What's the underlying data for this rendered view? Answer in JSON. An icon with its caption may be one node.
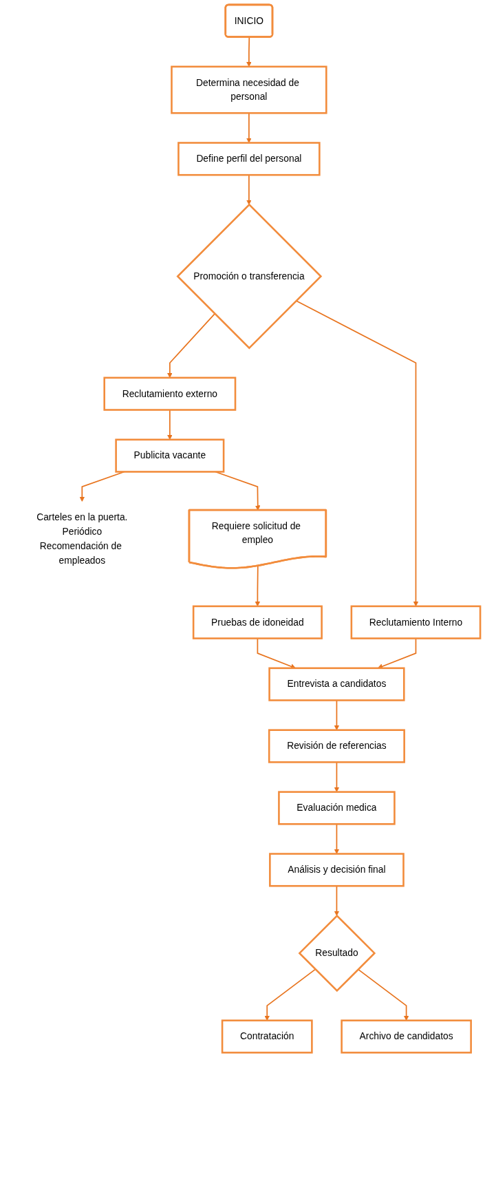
{
  "diagram": {
    "nodes": [
      {
        "text": [
          "INICIO"
        ]
      },
      {
        "text": [
          "Determina necesidad de personal"
        ]
      },
      {
        "text": [
          "Define perfil del personal"
        ]
      },
      {
        "text": [
          "Promoción o transferencia"
        ]
      },
      {
        "text": [
          "Reclutamiento Interno"
        ]
      },
      {
        "text": [
          "Reclutamiento externo"
        ]
      },
      {
        "text": [
          "Publicita vacante"
        ]
      },
      {
        "text": [
          "Carteles en la puerta.",
          "Periódico",
          "Recomendación de empleados"
        ]
      },
      {
        "text": [
          "Requiere solicitud de empleo"
        ]
      },
      {
        "text": [
          "Pruebas de idoneidad"
        ]
      },
      {
        "text": [
          "Entrevista a candidatos"
        ]
      },
      {
        "text": [
          "Revisión de referencias"
        ]
      },
      {
        "text": [
          "Evaluación medica"
        ]
      },
      {
        "text": [
          "Análisis y decisión final"
        ]
      },
      {
        "text": [
          "Resultado"
        ]
      },
      {
        "text": [
          "Contratación"
        ]
      },
      {
        "text": [
          "Archivo de candidatos"
        ]
      }
    ],
    "edges": [
      {
        "from": 0,
        "to": 1,
        "arrow": "to"
      },
      {
        "from": 1,
        "to": 2,
        "arrow": "to"
      },
      {
        "from": 2,
        "to": 3,
        "arrow": "to"
      },
      {
        "from": 3,
        "to": 4,
        "arrow": "to"
      },
      {
        "from": 3,
        "to": 5,
        "arrow": "to"
      },
      {
        "from": 5,
        "to": 6,
        "arrow": "to"
      },
      {
        "from": 6,
        "to": 7,
        "arrow": "to"
      },
      {
        "from": 6,
        "to": 8,
        "arrow": "to"
      },
      {
        "from": 8,
        "to": 9,
        "arrow": "to"
      },
      {
        "from": 9,
        "to": 10,
        "arrow": "to"
      },
      {
        "from": 4,
        "to": 10,
        "arrow": "to"
      },
      {
        "from": 10,
        "to": 11,
        "arrow": "to"
      },
      {
        "from": 11,
        "to": 12,
        "arrow": "to"
      },
      {
        "from": 12,
        "to": 13,
        "arrow": "to"
      },
      {
        "from": 13,
        "to": 14,
        "arrow": "to"
      },
      {
        "from": 14,
        "to": 15,
        "arrow": "to"
      },
      {
        "from": 14,
        "to": 16,
        "arrow": "to"
      }
    ]
  }
}
